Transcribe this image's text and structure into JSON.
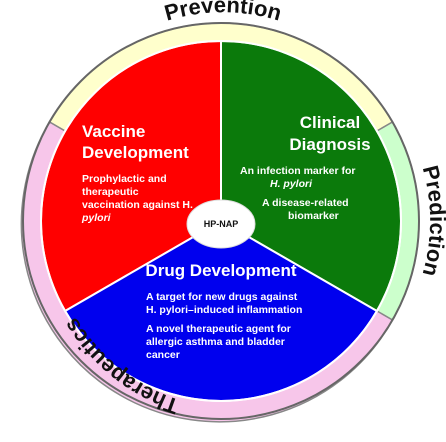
{
  "outer_ring": {
    "prevention": {
      "label": "Prevention",
      "color": "#ffffcc"
    },
    "prediction": {
      "label": "Prediction",
      "color": "#ccffcc"
    },
    "therapeutics": {
      "label": "Therapeutics",
      "color": "#f7c6ea"
    }
  },
  "center": {
    "label": "HP-NAP"
  },
  "segments": {
    "vaccine": {
      "color": "#ff0000",
      "title_line1": "Vaccine",
      "title_line2": "Development",
      "body": [
        "Prophylactic and",
        "therapeutic",
        "vaccination against H.",
        "pylori"
      ]
    },
    "diagnosis": {
      "color": "#0b7a0b",
      "title_line1": "Clinical",
      "title_line2": "Diagnosis",
      "body1": [
        "An infection marker for",
        "H. pylori"
      ],
      "body2": [
        "A disease-related",
        "biomarker"
      ]
    },
    "drug": {
      "color": "#0000ee",
      "title": "Drug Development",
      "body1": [
        "A target for new drugs against",
        "H. pylori–induced inflammation"
      ],
      "body2": [
        "A novel therapeutic agent for",
        "allergic asthma and bladder",
        "cancer"
      ]
    }
  }
}
